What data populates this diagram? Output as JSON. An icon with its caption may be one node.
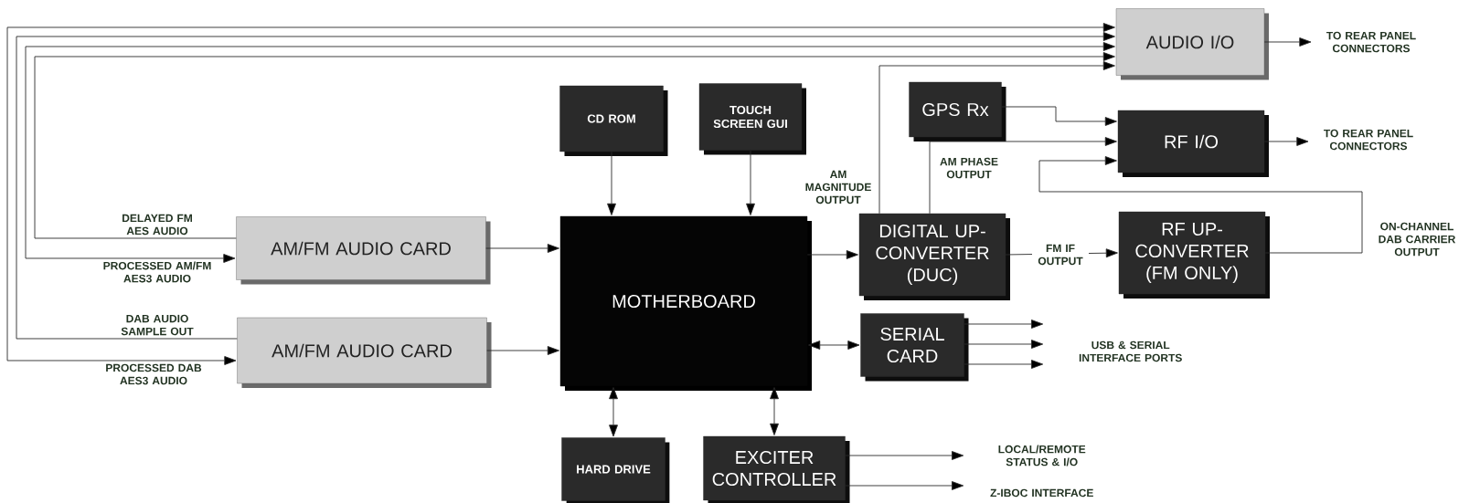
{
  "diagram": {
    "nodes": [
      {
        "text": [
          "AUDIO I/O"
        ]
      },
      {
        "text": [
          "TO REAR PANEL CONNECTORS"
        ]
      },
      {
        "text": [
          "CD ROM"
        ]
      },
      {
        "text": [
          "TOUCH SCREEN GUI"
        ]
      },
      {
        "text": [
          "GPS Rx"
        ]
      },
      {
        "text": [
          "RF I/O"
        ]
      },
      {
        "text": [
          "TO REAR PANEL CONNECTORS"
        ]
      },
      {
        "text": [
          "AM/FM AUDIO CARD"
        ]
      },
      {
        "text": [
          "MOTHERBOARD"
        ]
      },
      {
        "text": [
          "DIGITAL UP-CONVERTER (DUC)"
        ]
      },
      {
        "text": [
          "RF UP-CONVERTER (FM ONLY)"
        ]
      },
      {
        "text": [
          "AM/FM AUDIO CARD"
        ]
      },
      {
        "text": [
          "SERIAL CARD"
        ]
      },
      {
        "text": [
          "USB & SERIAL INTERFACE PORTS"
        ]
      },
      {
        "text": [
          "HARD DRIVE"
        ]
      },
      {
        "text": [
          "EXCITER CONTROLLER"
        ]
      },
      {
        "text": [
          "LOCAL/REMOTE STATUS & I/O"
        ]
      },
      {
        "text": [
          "Z-IBOC INTERFACE"
        ]
      }
    ],
    "edges": [
      {
        "from": 7,
        "to": 0,
        "arrow": "to",
        "label": "DELAYED FM AES AUDIO"
      },
      {
        "from": 0,
        "to": 7,
        "arrow": "both",
        "label": "PROCESSED AM/FM AES3 AUDIO"
      },
      {
        "from": 11,
        "to": 0,
        "arrow": "to",
        "label": "DAB AUDIO SAMPLE OUT"
      },
      {
        "from": 0,
        "to": 11,
        "arrow": "both",
        "label": "PROCESSED DAB AES3 AUDIO"
      },
      {
        "from": 0,
        "to": 1,
        "arrow": "to"
      },
      {
        "from": 2,
        "to": 8,
        "arrow": "to"
      },
      {
        "from": 3,
        "to": 8,
        "arrow": "to"
      },
      {
        "from": 4,
        "to": 5,
        "arrow": "to"
      },
      {
        "from": 9,
        "to": 0,
        "arrow": "to",
        "label": "AM MAGNITUDE OUTPUT"
      },
      {
        "from": 9,
        "to": 5,
        "arrow": "to",
        "label": "AM PHASE OUTPUT"
      },
      {
        "from": 10,
        "to": 5,
        "arrow": "to",
        "label": "ON-CHANNEL DAB CARRIER OUTPUT"
      },
      {
        "from": 5,
        "to": 6,
        "arrow": "to"
      },
      {
        "from": 7,
        "to": 8,
        "arrow": "to"
      },
      {
        "from": 11,
        "to": 8,
        "arrow": "to"
      },
      {
        "from": 8,
        "to": 9,
        "arrow": "to"
      },
      {
        "from": 9,
        "to": 10,
        "arrow": "to",
        "label": "FM IF OUTPUT"
      },
      {
        "from": 8,
        "to": 12,
        "arrow": "both"
      },
      {
        "from": 12,
        "to": 13,
        "arrow": "to"
      },
      {
        "from": 12,
        "to": 13,
        "arrow": "to"
      },
      {
        "from": 12,
        "to": 13,
        "arrow": "to"
      },
      {
        "from": 8,
        "to": 14,
        "arrow": "both"
      },
      {
        "from": 8,
        "to": 15,
        "arrow": "both"
      },
      {
        "from": 15,
        "to": 16,
        "arrow": "to"
      },
      {
        "from": 15,
        "to": 17,
        "arrow": "to"
      }
    ]
  }
}
